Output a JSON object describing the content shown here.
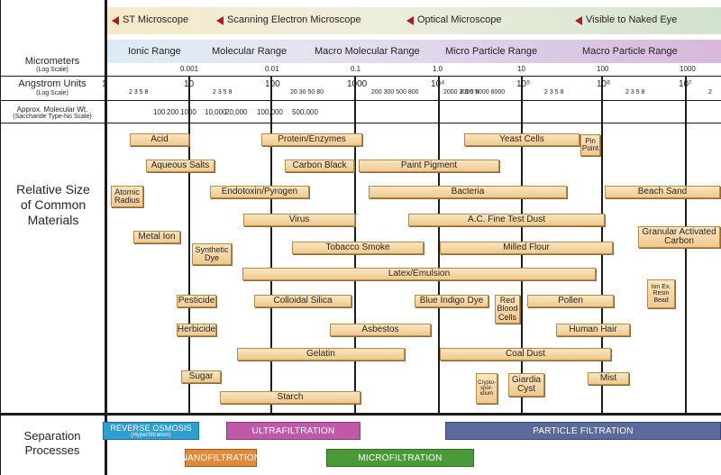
{
  "microscopes": [
    {
      "label": "ST Microscope"
    },
    {
      "label": "Scanning Electron Microscope"
    },
    {
      "label": "Optical Microscope"
    },
    {
      "label": "Visible to Naked Eye"
    }
  ],
  "ranges": [
    "Ionic Range",
    "Molecular Range",
    "Macro Molecular Range",
    "Micro Particle Range",
    "Macro Particle Range"
  ],
  "axes": {
    "micrometers": {
      "title": "Micrometers",
      "sub": "(Log Scale)",
      "ticks": [
        "0.001",
        "0.01",
        "0.1",
        "1.0",
        "10",
        "100",
        "1000"
      ]
    },
    "angstrom": {
      "title": "Angstrom Units",
      "sub": "(Log Scale)",
      "ticks": [
        "1",
        "10",
        "100",
        "1000",
        "10⁴",
        "10⁵",
        "10⁶",
        "10⁷"
      ],
      "minor": [
        "2 3 5 8",
        "2 3 5 8",
        "20 30 50 80",
        "200 300 500 800",
        "2000 3000 5000 8000",
        "2 3 5 8",
        "2 3 5 8",
        "2 3 5 8",
        "2"
      ]
    },
    "molecular": {
      "title": "Approx. Molecular Wt.",
      "sub": "(Saccharide Type-No Scale)",
      "values": [
        "100",
        "200",
        "1000",
        "10,000",
        "20,000",
        "100,000",
        "500,000"
      ]
    }
  },
  "section_title": "Relative Size of Common Materials",
  "materials": [
    {
      "label": "Acid"
    },
    {
      "label": "Protein/Enzymes"
    },
    {
      "label": "Yeast Cells"
    },
    {
      "label": "Pin Point"
    },
    {
      "label": "Aqueous Salts"
    },
    {
      "label": "Carbon Black"
    },
    {
      "label": "Paint Pigment"
    },
    {
      "label": "Atomic Radius"
    },
    {
      "label": "Endotoxin/Pyrogen"
    },
    {
      "label": "Bacteria"
    },
    {
      "label": "Beach Sand"
    },
    {
      "label": "Virus"
    },
    {
      "label": "A.C. Fine Test Dust"
    },
    {
      "label": "Granular Activated Carbon"
    },
    {
      "label": "Metal Ion"
    },
    {
      "label": "Synthetic Dye"
    },
    {
      "label": "Tobacco Smoke"
    },
    {
      "label": "Milled Flour"
    },
    {
      "label": "Latex/Emulsion"
    },
    {
      "label": "Pesticide"
    },
    {
      "label": "Colloidal Silica"
    },
    {
      "label": "Blue Indigo Dye"
    },
    {
      "label": "Red Blood Cells"
    },
    {
      "label": "Pollen"
    },
    {
      "label": "Ion Ex. Resin Bead"
    },
    {
      "label": "Herbicide"
    },
    {
      "label": "Asbestos"
    },
    {
      "label": "Human Hair"
    },
    {
      "label": "Gelatin"
    },
    {
      "label": "Coal Dust"
    },
    {
      "label": "Sugar"
    },
    {
      "label": "Crypto-spor-idium"
    },
    {
      "label": "Giardia Cyst"
    },
    {
      "label": "Mist"
    },
    {
      "label": "Starch"
    }
  ],
  "processes_title": "Separation Processes",
  "processes": [
    {
      "label": "Reverse Osmosis",
      "sub": "(Hyperfiltration)",
      "color": "#2f9fd0"
    },
    {
      "label": "Ultrafiltration",
      "color": "#c05aa8"
    },
    {
      "label": "Particle Filtration",
      "color": "#5a6a9a"
    },
    {
      "label": "Nanofiltration",
      "color": "#e08a3a"
    },
    {
      "label": "Microfiltration",
      "color": "#4a9a3a"
    }
  ]
}
